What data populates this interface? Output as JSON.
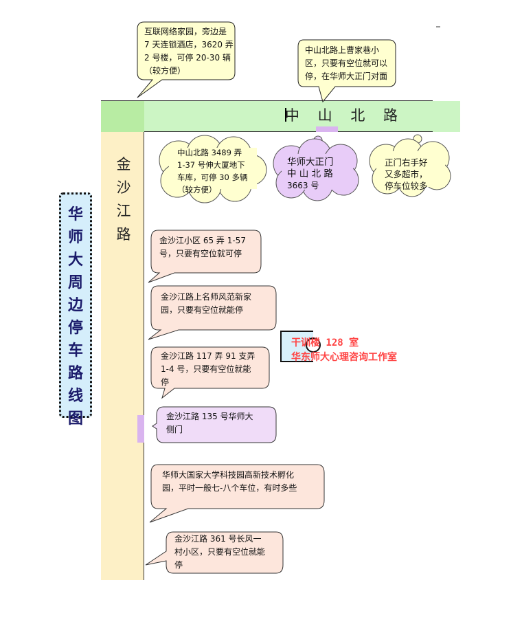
{
  "title": {
    "chars": [
      "华",
      "师",
      "大",
      "周",
      "边",
      "停",
      "车",
      "路",
      "线",
      "图"
    ]
  },
  "roads": {
    "horizontal": "中 山 北 路",
    "vertical": [
      "金",
      "沙",
      "江",
      "路"
    ]
  },
  "top_callouts": [
    {
      "lines": [
        "互联网络家园，旁边是",
        "7 天连锁酒店，3620 弄",
        "2 号楼，可停 20-30 辆",
        "（较方便）"
      ]
    },
    {
      "lines": [
        "中山北路上曹家巷小",
        "区，只要有空位就可以",
        "停，在华师大正门对面"
      ]
    }
  ],
  "clouds": [
    {
      "lines": [
        "中山北路 3489 弄",
        "1-37 号伸大厦地下",
        "车库，可停 30 多辆",
        "（较方便）"
      ],
      "fill": "#ffffd0"
    },
    {
      "lines": [
        "华师大正门",
        "中 山 北 路",
        "3663 号"
      ],
      "fill": "#e8ccf8"
    },
    {
      "lines": [
        "正门右手好",
        "又多超市，",
        "停车位较多"
      ],
      "fill": "#ffffd0"
    }
  ],
  "side_callouts": [
    {
      "lines": [
        "金沙江小区 65 弄 1-57",
        "号，只要有空位就可停"
      ],
      "fill": "#fde6dc"
    },
    {
      "lines": [
        "金沙江路上名师风范新家",
        "园，只要有空位就能停"
      ],
      "fill": "#fde6dc"
    },
    {
      "lines": [
        "金沙江路 117 弄 91 支弄",
        "1-4 号，只要有空位就能",
        "停"
      ],
      "fill": "#fde6dc"
    },
    {
      "lines": [
        "金沙江路  135 号华师大",
        "侧门"
      ],
      "fill": "#f0dcf8"
    },
    {
      "lines": [
        "华师大国家大学科技园高新技术孵化",
        "园，平时一般七-八个车位，有时多些"
      ],
      "fill": "#fde6dc"
    },
    {
      "lines": [
        "金沙江路  361 号长风一",
        "村小区，只要有空位就能",
        "停"
      ],
      "fill": "#fde6dc"
    }
  ],
  "office": {
    "lines": [
      "干训楼 128 室",
      "华东师大心理咨询工作室"
    ]
  }
}
